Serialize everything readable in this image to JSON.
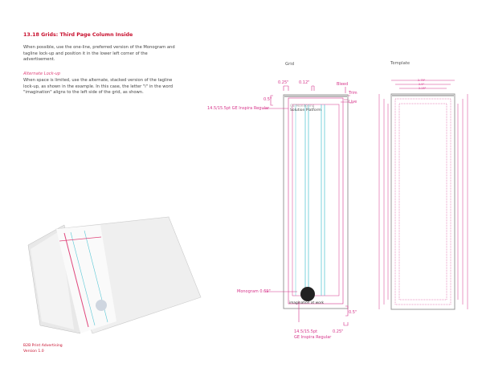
{
  "section_title": "13.18   Grids: Third Page Column Inside",
  "intro": "When possible, use the one-line, preferred version of the Monogram and tagline lock-up and position it in the lower left corner of the advertisement.",
  "subheading": "Alternate Lock-up",
  "alt_text": "When space is limited, use the alternate, stacked version of the tagline lock-up, as shown in the example. In this case, the letter \"i\" in the word \"imagination\" aligns to the left side of the grid, as shown.",
  "grid": {
    "label": "Grid",
    "dim_left": "0.25\"",
    "dim_col": "0.12\"",
    "bleed": "Bleed",
    "trim": "Trim",
    "live": "Live",
    "top_margin": "0.5\"",
    "type_spec": "14.5/15.5pt GE Inspira Regular",
    "sample_line1": "GE Monitoring",
    "sample_line2": "Solution Platform",
    "monogram": "Monogram 0.69\"",
    "tagline": "imagination at work",
    "bottom_margin": "0.5\"",
    "bottom_type_spec_1": "14.5/15.5pt",
    "bottom_type_spec_2": "GE Inspira Regular",
    "bottom_right": "0.25\""
  },
  "template": {
    "label": "Template",
    "widths": [
      "2.75\"",
      "2.5\"",
      "2.25\""
    ]
  },
  "footer": {
    "line1": "B2B Print Advertising",
    "line2": "Version 1.0"
  },
  "colors": {
    "accent": "#c8102e",
    "guide": "#d6338a",
    "column": "#5cc8d6"
  }
}
